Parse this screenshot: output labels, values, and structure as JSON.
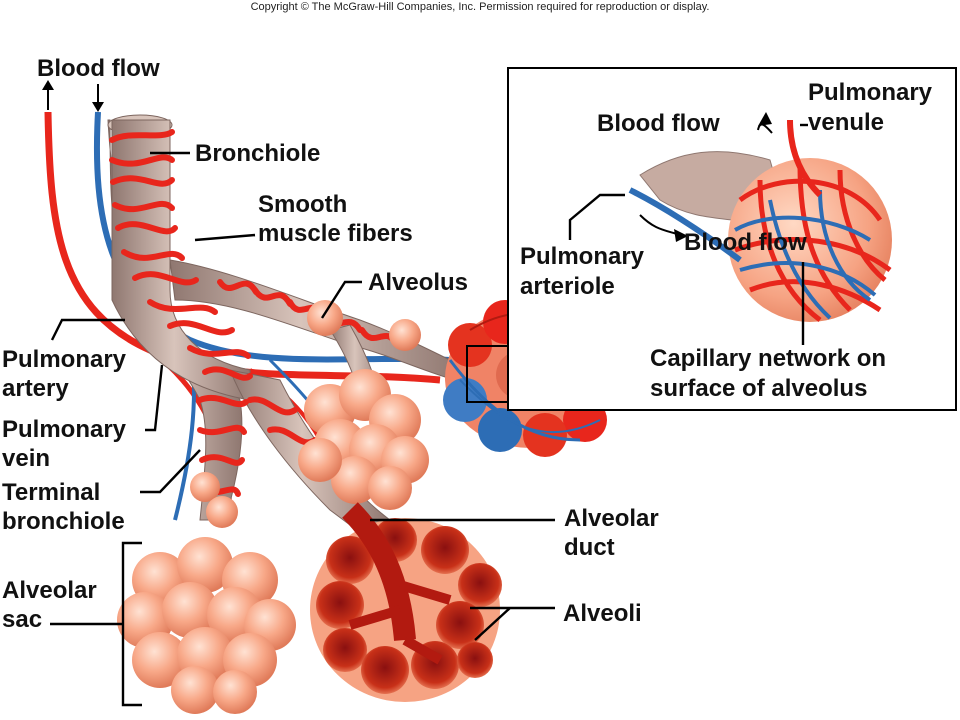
{
  "copyright": "Copyright © The McGraw-Hill Companies, Inc. Permission required for reproduction or display.",
  "labels": {
    "blood_flow_left": "Blood flow",
    "bronchiole": "Bronchiole",
    "smooth_muscle_1": "Smooth",
    "smooth_muscle_2": "muscle fibers",
    "alveolus": "Alveolus",
    "pulmonary_artery_1": "Pulmonary",
    "pulmonary_artery_2": "artery",
    "pulmonary_vein_1": "Pulmonary",
    "pulmonary_vein_2": "vein",
    "terminal_bronchiole_1": "Terminal",
    "terminal_bronchiole_2": "bronchiole",
    "alveolar_sac_1": "Alveolar",
    "alveolar_sac_2": "sac",
    "alveolar_duct_1": "Alveolar",
    "alveolar_duct_2": "duct",
    "alveoli": "Alveoli",
    "inset_blood_flow_top": "Blood flow",
    "pulmonary_venule_1": "Pulmonary",
    "pulmonary_venule_2": "venule",
    "pulmonary_arteriole_1": "Pulmonary",
    "pulmonary_arteriole_2": "arteriole",
    "inset_blood_flow_mid": "Blood flow",
    "capillary_network_1": "Capillary network on",
    "capillary_network_2": "surface of alveolus"
  },
  "colors": {
    "artery_red": "#e8261c",
    "vein_blue": "#2d6db5",
    "airway_tan": "#b9a095",
    "alveolus_peach": "#f6a383",
    "inset_border": "#000000"
  }
}
